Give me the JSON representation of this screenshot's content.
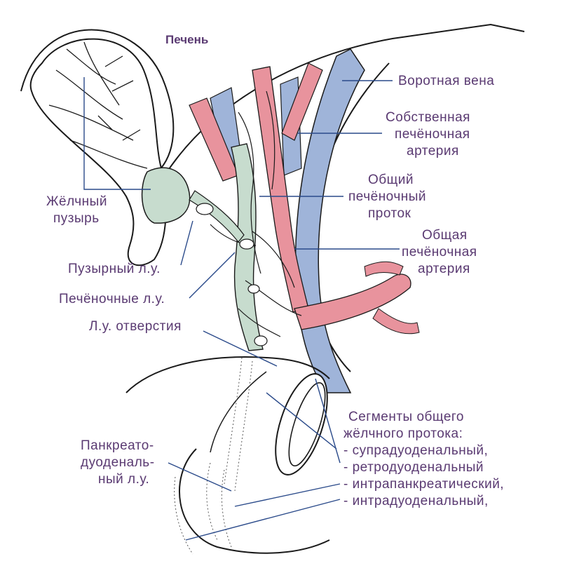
{
  "diagram": {
    "title": "Печень",
    "colors": {
      "text": "#5a3a72",
      "outline": "#1a1a1a",
      "artery": "#e8939d",
      "vein": "#9fb4d9",
      "bile": "#c7dcce",
      "leader": "#2a4a8a"
    },
    "labels": {
      "portal_vein": "Воротная вена",
      "proper_artery": [
        "Собственная",
        "печёночная",
        "артерия"
      ],
      "common_hepatic_duct": [
        "Общий",
        "печёночный",
        "проток"
      ],
      "common_hepatic_artery": [
        "Общая",
        "печёночная",
        "артерия"
      ],
      "gallbladder": [
        "Жёлчный",
        "пузырь"
      ],
      "cystic_node": "Пузырный л.у.",
      "hepatic_nodes": "Печёночные л.у.",
      "foramen_node": "Л.у. отверстия",
      "pancreatoduodenal_node": [
        "Панкреато-",
        "дуоденаль-",
        "ный л.у."
      ],
      "segments_title": [
        "Сегменты общего",
        "жёлчного протока:"
      ],
      "segments": [
        "- супрадуоденальный,",
        "- ретродуоденальный",
        "- интрапанкреатический,",
        "- интрадуоденальный,"
      ]
    }
  }
}
